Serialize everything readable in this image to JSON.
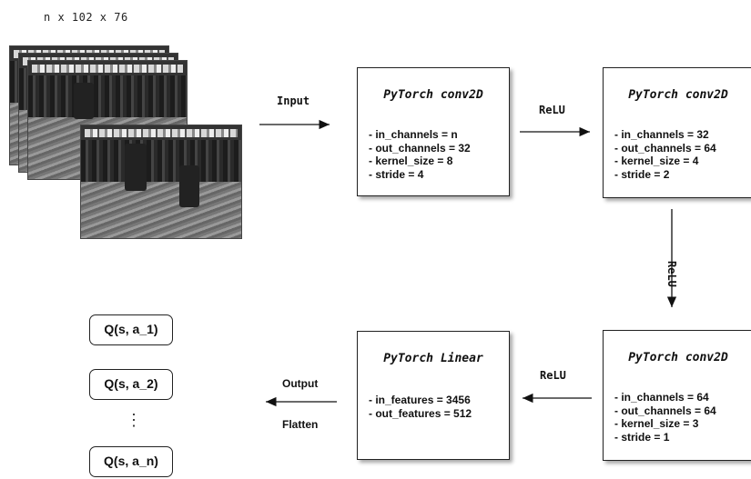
{
  "input_shape": "n x 102 x 76",
  "arrows": {
    "input": "Input",
    "relu_1": "ReLU",
    "relu_2": "ReLU",
    "relu_3": "ReLU",
    "output": "Output",
    "flatten": "Flatten"
  },
  "conv1": {
    "title": "PyTorch conv2D",
    "params": [
      "in_channels = n",
      "out_channels = 32",
      "kernel_size = 8",
      "stride = 4"
    ]
  },
  "conv2": {
    "title": "PyTorch conv2D",
    "params": [
      "in_channels = 32",
      "out_channels = 64",
      "kernel_size = 4",
      "stride = 2"
    ]
  },
  "conv3": {
    "title": "PyTorch conv2D",
    "params": [
      "in_channels = 64",
      "out_channels = 64",
      "kernel_size = 3",
      "stride = 1"
    ]
  },
  "linear": {
    "title": "PyTorch Linear",
    "params": [
      "in_features = 3456",
      "out_features = 512"
    ]
  },
  "outputs": [
    "Q(s, a_1)",
    "Q(s, a_2)",
    "Q(s, a_n)"
  ],
  "ellipsis": "⋮"
}
